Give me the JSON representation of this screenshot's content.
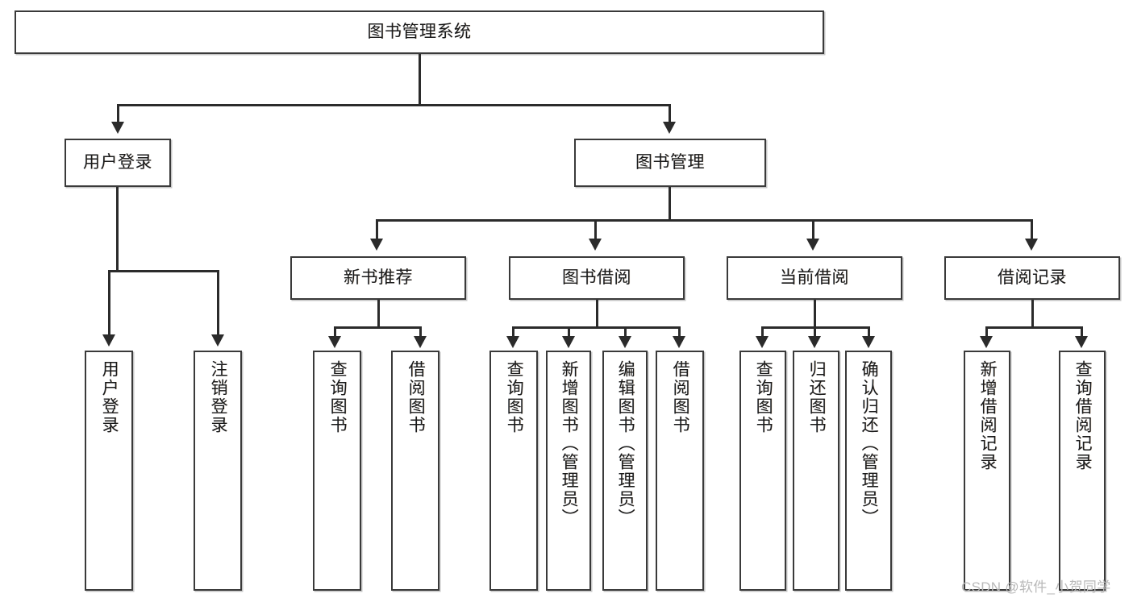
{
  "diagram": {
    "type": "tree-hierarchy-functional-decomposition",
    "title": "图书管理系统",
    "watermark": "CSDN @软件_小贺同学",
    "colors": {
      "box_border": "#3a3a3a",
      "connector": "#2b2b2b",
      "background": "#ffffff",
      "text": "#1a1a1a",
      "watermark": "#b9b9b9"
    },
    "nodes": {
      "root": {
        "label": "图书管理系统",
        "level": 1
      },
      "l2": [
        {
          "id": "user-login",
          "label": "用户登录",
          "level": 2
        },
        {
          "id": "book-manage",
          "label": "图书管理",
          "level": 2
        }
      ],
      "l3": [
        {
          "id": "new-book-rec",
          "label": "新书推荐",
          "level": 3,
          "parent": "book-manage"
        },
        {
          "id": "book-borrow",
          "label": "图书借阅",
          "level": 3,
          "parent": "book-manage"
        },
        {
          "id": "current-borrow",
          "label": "当前借阅",
          "level": 3,
          "parent": "book-manage"
        },
        {
          "id": "borrow-record",
          "label": "借阅记录",
          "level": 3,
          "parent": "book-manage"
        }
      ],
      "leaves": {
        "user_login": [
          {
            "id": "leaf-user-login",
            "label": "用户登录"
          },
          {
            "id": "leaf-logout",
            "label": "注销登录"
          }
        ],
        "new_book_rec": [
          {
            "id": "leaf-query-book-1",
            "label": "查询图书"
          },
          {
            "id": "leaf-borrow-book-1",
            "label": "借阅图书"
          }
        ],
        "book_borrow": [
          {
            "id": "leaf-query-book-2",
            "label": "查询图书"
          },
          {
            "id": "leaf-add-book",
            "label": "新增图书（管理员）"
          },
          {
            "id": "leaf-edit-book",
            "label": "编辑图书（管理员）"
          },
          {
            "id": "leaf-borrow-book-2",
            "label": "借阅图书"
          }
        ],
        "current_borrow": [
          {
            "id": "leaf-query-book-3",
            "label": "查询图书"
          },
          {
            "id": "leaf-return-book",
            "label": "归还图书"
          },
          {
            "id": "leaf-confirm-return",
            "label": "确认归还（管理员）"
          }
        ],
        "borrow_record": [
          {
            "id": "leaf-add-record",
            "label": "新增借阅记录"
          },
          {
            "id": "leaf-query-record",
            "label": "查询借阅记录"
          }
        ]
      }
    }
  }
}
